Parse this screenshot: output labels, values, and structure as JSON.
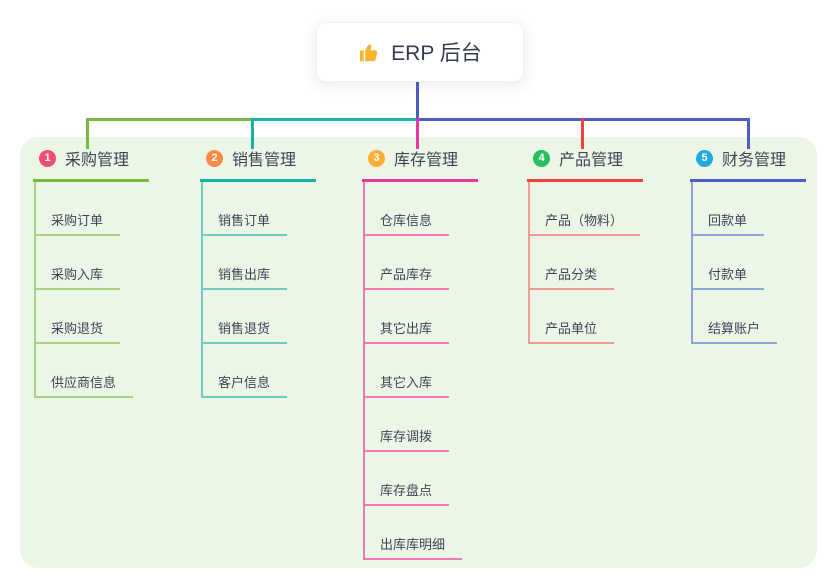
{
  "root": {
    "title": "ERP 后台",
    "icon": "thumbs-up"
  },
  "canvas": {
    "background": "#ecf6e6"
  },
  "text_color": "#3c4657",
  "branches": [
    {
      "badge": "1",
      "label": "采购管理",
      "badge_color": "#f2506e",
      "line_color": "#7cb93f",
      "child_line_color": "#a9d286",
      "children": [
        "采购订单",
        "采购入库",
        "采购退货",
        "供应商信息"
      ]
    },
    {
      "badge": "2",
      "label": "销售管理",
      "badge_color": "#ff8a47",
      "line_color": "#17b3a9",
      "child_line_color": "#72ccc5",
      "children": [
        "销售订单",
        "销售出库",
        "销售退货",
        "客户信息"
      ]
    },
    {
      "badge": "3",
      "label": "库存管理",
      "badge_color": "#ffae33",
      "line_color": "#e8379e",
      "child_line_color": "#f378bb",
      "children": [
        "仓库信息",
        "产品库存",
        "其它出库",
        "其它入库",
        "库存调拨",
        "库存盘点",
        "出库库明细"
      ]
    },
    {
      "badge": "4",
      "label": "产品管理",
      "badge_color": "#2abf5e",
      "line_color": "#f4403c",
      "child_line_color": "#f59a97",
      "children": [
        "产品（物料）",
        "产品分类",
        "产品单位"
      ]
    },
    {
      "badge": "5",
      "label": "财务管理",
      "badge_color": "#20aae1",
      "line_color": "#4a5ec4",
      "child_line_color": "#8fa5d8",
      "children": [
        "回款单",
        "付款单",
        "结算账户"
      ]
    }
  ]
}
